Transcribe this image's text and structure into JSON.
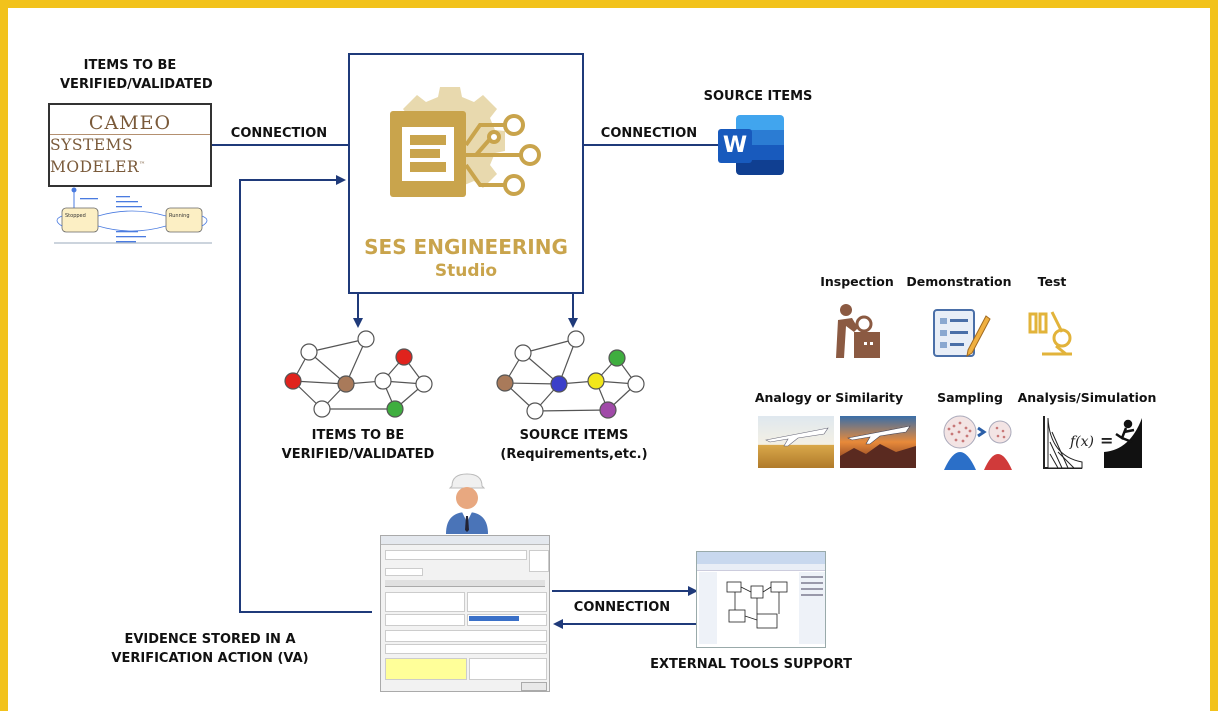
{
  "labels": {
    "items_to_verify_top_line1": "ITEMS TO BE",
    "items_to_verify_top_line2": "VERIFIED/VALIDATED",
    "connection_left": "CONNECTION",
    "connection_right": "CONNECTION",
    "connection_bottom": "CONNECTION",
    "source_items_top": "SOURCE ITEMS",
    "items_to_verify_mid_line1": "ITEMS TO BE",
    "items_to_verify_mid_line2": "VERIFIED/VALIDATED",
    "source_items_mid_line1": "SOURCE ITEMS",
    "source_items_mid_line2": "(Requirements,etc.)",
    "evidence_line1": "EVIDENCE STORED IN A",
    "evidence_line2": "VERIFICATION ACTION (VA)",
    "external_tools": "EXTERNAL TOOLS SUPPORT"
  },
  "cameo": {
    "line1": "CAMEO",
    "line2": "SYSTEMS MODELER",
    "tm": "™",
    "state_stopped": "Stopped",
    "state_running": "Running"
  },
  "ses": {
    "title": "SES ENGINEERING",
    "subtitle": "Studio"
  },
  "word_icon": {
    "letter": "W"
  },
  "methods": {
    "inspection": "Inspection",
    "demonstration": "Demonstration",
    "test": "Test",
    "analogy": "Analogy or Similarity",
    "sampling": "Sampling",
    "analysis": "Analysis/Simulation",
    "analysis_formula": "f(x)"
  },
  "colors": {
    "frame": "#f2c21b",
    "connector": "#1f3a7a",
    "ses_gold": "#c9a44c",
    "word_blue": "#185abd"
  }
}
